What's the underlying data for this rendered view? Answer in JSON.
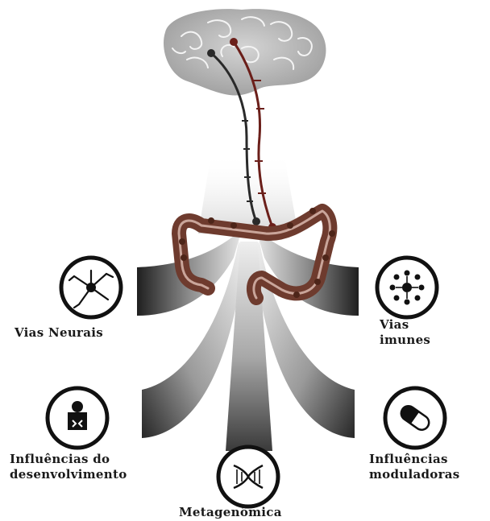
{
  "diagram": {
    "nodes": [
      {
        "id": "neural",
        "label_lines": [
          "Vias Neurais"
        ],
        "icon": "neuron-icon"
      },
      {
        "id": "immune",
        "label_lines": [
          "Vias",
          "imunes"
        ],
        "icon": "immune-cell-icon"
      },
      {
        "id": "development",
        "label_lines": [
          "Influências do",
          "desenvolvimento"
        ],
        "icon": "baby-icon"
      },
      {
        "id": "modulating",
        "label_lines": [
          "Influências",
          "moduladoras"
        ],
        "icon": "pill-capsule-icon"
      },
      {
        "id": "metagenomics",
        "label_lines": [
          "Metagenômica"
        ],
        "icon": "dna-icon"
      }
    ],
    "center_top": "brain-icon",
    "center": "intestine-icon"
  },
  "colors": {
    "brain": "#bdbdbd",
    "nerve_dark": "#2a2a2a",
    "nerve_red": "#6b1f1a",
    "intestine": "#6e3b2e",
    "band_dark": "#2b2b2b"
  }
}
